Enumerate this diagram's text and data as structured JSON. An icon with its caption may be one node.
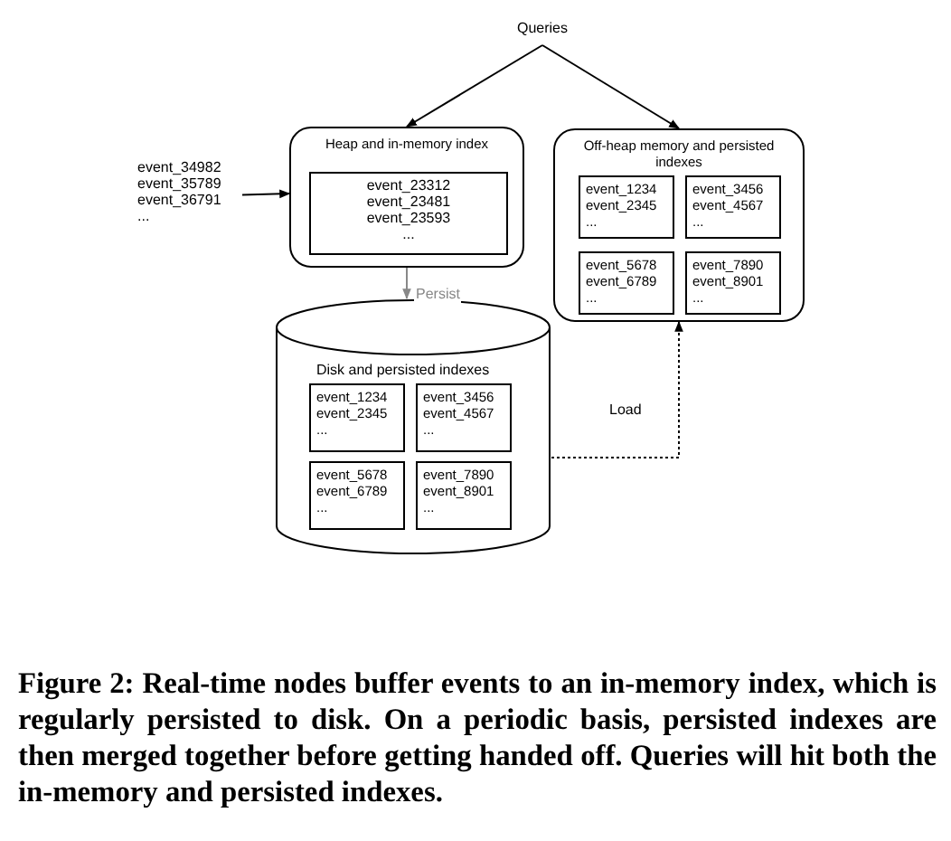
{
  "diagram": {
    "caption": "Figure 2: Real-time nodes buffer events to an in-memory index, which is regularly persisted to disk. On a periodic basis, persisted indexes are then merged together before getting handed off. Queries will hit both the in-memory and persisted indexes.",
    "nodes": [
      {
        "text": [
          "Queries"
        ]
      },
      {
        "text": [
          "event_34982",
          "event_35789",
          "event_36791",
          "..."
        ]
      },
      {
        "text": [
          "Heap and in-memory index"
        ]
      },
      {
        "text": [
          "event_23312",
          "event_23481",
          "event_23593",
          "..."
        ],
        "in": 2
      },
      {
        "text": [
          "Off-heap memory and persisted indexes"
        ]
      },
      {
        "text": [
          "event_1234",
          "event_2345",
          "..."
        ],
        "in": 4
      },
      {
        "text": [
          "event_3456",
          "event_4567",
          "..."
        ],
        "in": 4
      },
      {
        "text": [
          "event_5678",
          "event_6789",
          "..."
        ],
        "in": 4
      },
      {
        "text": [
          "event_7890",
          "event_8901",
          "..."
        ],
        "in": 4
      },
      {
        "text": [
          "Disk and persisted indexes"
        ]
      },
      {
        "text": [
          "event_1234",
          "event_2345",
          "..."
        ],
        "in": 9
      },
      {
        "text": [
          "event_3456",
          "event_4567",
          "..."
        ],
        "in": 9
      },
      {
        "text": [
          "event_5678",
          "event_6789",
          "..."
        ],
        "in": 9
      },
      {
        "text": [
          "event_7890",
          "event_8901",
          "..."
        ],
        "in": 9
      }
    ],
    "edges": [
      {
        "from": 0,
        "to": 2,
        "arrow": "to"
      },
      {
        "from": 0,
        "to": 4,
        "arrow": "to"
      },
      {
        "from": 1,
        "to": 2,
        "arrow": "to"
      },
      {
        "from": 2,
        "to": 9,
        "arrow": "to",
        "label": "Persist",
        "color": "#888888"
      },
      {
        "from": 9,
        "to": 4,
        "arrow": "to",
        "label": "Load",
        "style": "dashed"
      }
    ]
  }
}
